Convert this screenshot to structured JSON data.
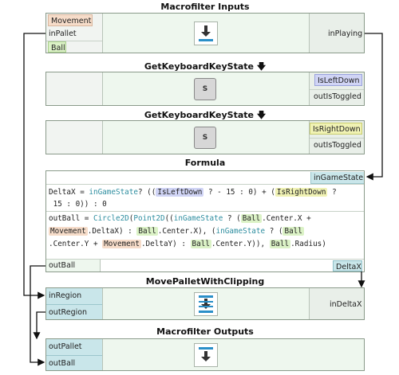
{
  "blocks": {
    "inputs": {
      "title": "Macrofilter Inputs",
      "ports_left": [
        "Movement",
        "inPallet",
        "Ball"
      ],
      "port_right": "inPlaying"
    },
    "key_left": {
      "title": "GetKeyboardKeyState",
      "key_label": "S",
      "outputs": [
        "IsLeftDown",
        "outIsToggled"
      ]
    },
    "key_right": {
      "title": "GetKeyboardKeyState",
      "key_label": "S",
      "outputs": [
        "IsRightDown",
        "outIsToggled"
      ]
    },
    "formula": {
      "title": "Formula",
      "input": "inGameState",
      "line1": {
        "name": "DeltaX",
        "eq": " = ",
        "p1": "inGameState",
        "q": "? ((",
        "ref1": "IsLeftDown",
        "m1": " ? - 15 : 0) + (",
        "ref2": "IsRightDown",
        "m2": " ?"
      },
      "line2": " 15 : 0)) : 0",
      "line3": {
        "name": "outBall",
        "eq": " = ",
        "fn1": "Circle2D",
        "lp": "(",
        "fn2": "Point2D",
        "open": "((",
        "g": "inGameState",
        "q": " ? (",
        "b": "Ball",
        "rest": ".Center.X +"
      },
      "line4": {
        "mv": "Movement",
        "dx": ".DeltaX) : ",
        "b": "Ball",
        "cx": ".Center.X), (",
        "g": "inGameState",
        "q": " ? (",
        "b2": "Ball"
      },
      "line5": {
        "cy": ".Center.Y + ",
        "mv": "Movement",
        "dy": ".DeltaY) : ",
        "b": "Ball",
        "cy2": ".Center.Y)), ",
        "b2": "Ball",
        "r": ".Radius)"
      },
      "output_left": "outBall",
      "output_right": "DeltaX"
    },
    "move": {
      "title": "MovePalletWithClipping",
      "inputs": [
        "inRegion",
        "outRegion"
      ],
      "port_right": "inDeltaX"
    },
    "outputs": {
      "title": "Macrofilter Outputs",
      "ports_left": [
        "outPallet",
        "outBall"
      ]
    }
  },
  "colors": {
    "movement": "#f6dcc9",
    "ball": "#dbf2c6",
    "is_left_down": "#d0d4f5",
    "is_right_down": "#f0f2b4",
    "teal": "#c9e6ea",
    "wire": "#111111"
  }
}
